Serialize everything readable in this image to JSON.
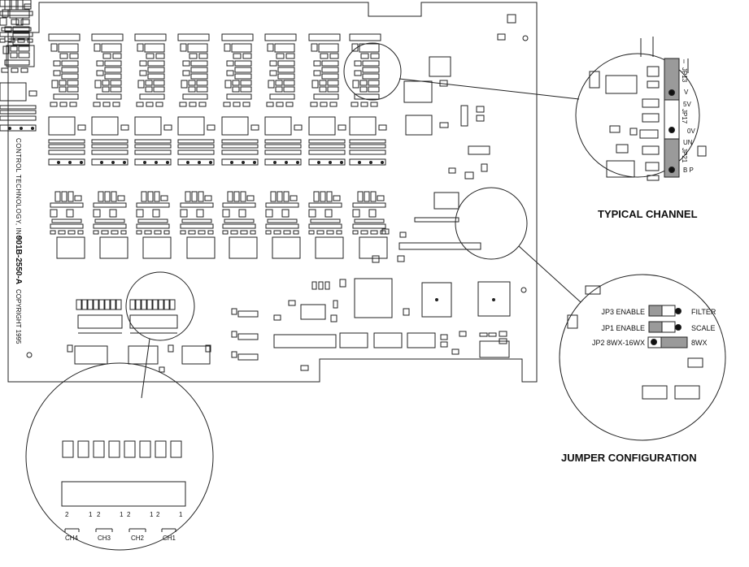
{
  "board": {
    "side_text": "CONTROL TECHNOLOGY, INC.",
    "part_number": "901B-2550-A",
    "copyright": "COPYRIGHT 1995"
  },
  "typical_channel": {
    "caption": "TYPICAL CHANNEL",
    "labels": {
      "i": "I",
      "v": "V",
      "jp13": "JP13",
      "v5": "5V",
      "jp17": "JP17",
      "v0": "0V",
      "un": "UN",
      "jp21": "JP21",
      "bp": "B P"
    }
  },
  "jumper_configuration": {
    "caption": "JUMPER CONFIGURATION",
    "rows": [
      {
        "left": "JP3 ENABLE",
        "right": "FILTER"
      },
      {
        "left": "JP1 ENABLE",
        "right": "SCALE"
      },
      {
        "left": "JP2 8WX-16WX",
        "right": "8WX"
      }
    ]
  },
  "dip_switch": {
    "pin_numbers": [
      "2",
      "1",
      "2",
      "1",
      "2",
      "1",
      "2",
      "1"
    ],
    "channels": [
      "CH4",
      "CH3",
      "CH2",
      "CH1"
    ]
  }
}
